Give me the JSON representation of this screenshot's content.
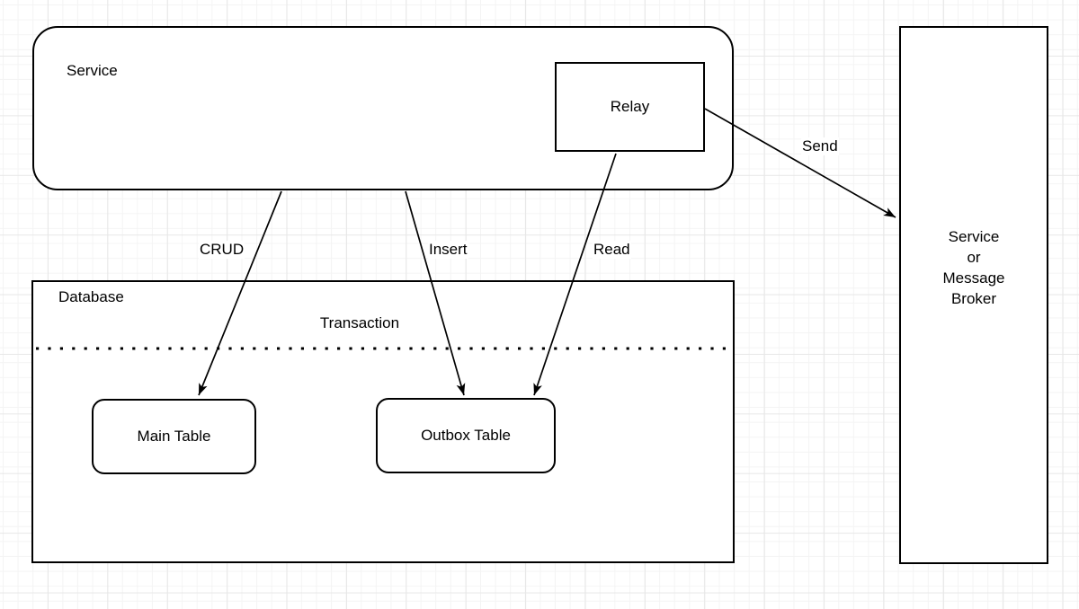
{
  "diagram": {
    "nodes": {
      "service": {
        "label": "Service"
      },
      "relay": {
        "label": "Relay"
      },
      "database": {
        "label": "Database"
      },
      "transaction": {
        "label": "Transaction"
      },
      "main_table": {
        "label": "Main Table"
      },
      "outbox_table": {
        "label": "Outbox Table"
      },
      "broker": {
        "lines": [
          "Service",
          "or",
          "Message",
          "Broker"
        ]
      }
    },
    "edges": {
      "crud": {
        "label": "CRUD",
        "from": "Service",
        "to": "Main Table"
      },
      "insert": {
        "label": "Insert",
        "from": "Service",
        "to": "Outbox Table"
      },
      "read": {
        "label": "Read",
        "from": "Relay",
        "to": "Outbox Table"
      },
      "send": {
        "label": "Send",
        "from": "Relay",
        "to": "Service or Message Broker"
      }
    },
    "colors": {
      "stroke": "#000000",
      "fill": "#ffffff",
      "grid_minor": "#f4f4f4",
      "grid_major": "#e7e7e7"
    }
  }
}
